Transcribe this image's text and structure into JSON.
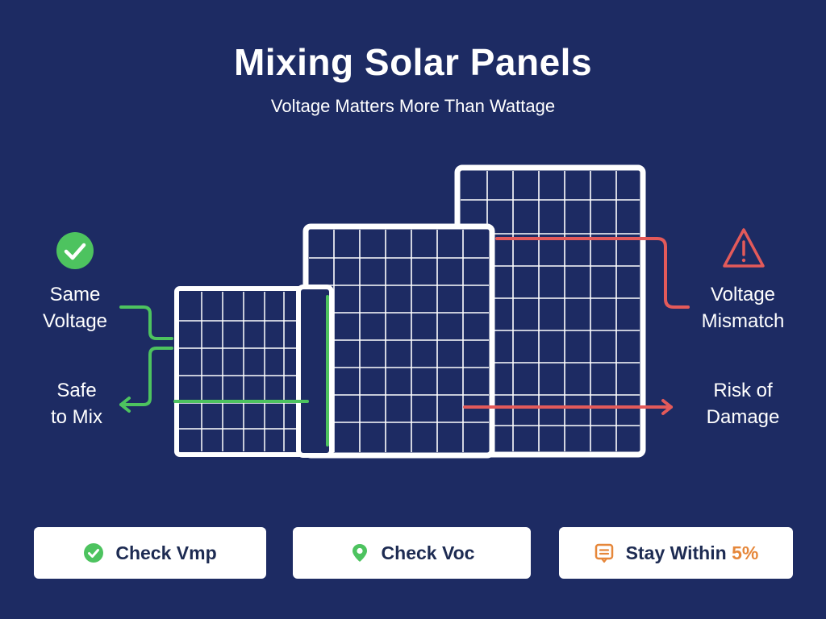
{
  "header": {
    "title": "Mixing Solar Panels",
    "subtitle": "Voltage Matters More Than Wattage"
  },
  "left": {
    "top_label_line1": "Same",
    "top_label_line2": "Voltage",
    "bottom_label_line1": "Safe",
    "bottom_label_line2": "to Mix"
  },
  "right": {
    "top_label_line1": "Voltage",
    "top_label_line2": "Mismatch",
    "bottom_label_line1": "Risk of",
    "bottom_label_line2": "Damage"
  },
  "cards": [
    {
      "label": "Check Vmp",
      "icon": "check-circle-icon"
    },
    {
      "label": "Check Voc",
      "icon": "location-pin-icon"
    },
    {
      "label_prefix": "Stay Within ",
      "label_accent": "5%",
      "icon": "note-icon"
    }
  ],
  "colors": {
    "background": "#1d2b63",
    "safe": "#4dc35f",
    "danger": "#e35a5a",
    "accent": "#e6873a"
  }
}
